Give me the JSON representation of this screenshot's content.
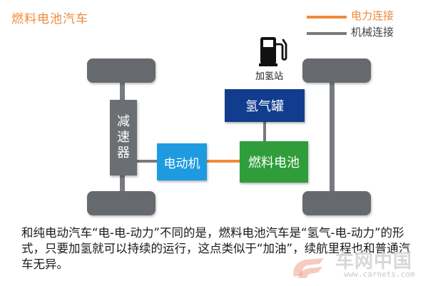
{
  "title": "燃料电池汽车",
  "legend": [
    {
      "label": "电力连接",
      "color": "#ee8a3c"
    },
    {
      "label": "机械连接",
      "color": "#7a7a7a"
    }
  ],
  "components": {
    "reducer": [
      "减",
      "速",
      "器"
    ],
    "motor": "电动机",
    "fuel_cell": "燃料电池",
    "hydrogen_tank": "氢气罐",
    "station": "加氢站"
  },
  "caption": "和纯电动汽车“电-电-动力”不同的是，燃料电池汽车是“氢气-电-动力”的形式，只要加氢就可以持续的运行，这点类似于“加油”，续航里程也和普通汽车无异。",
  "watermark": {
    "name": "车网中国",
    "url": "www.carnets.com"
  },
  "colors": {
    "orange": "#ee8a3c",
    "gray": "#7a7a7a",
    "motor_blue": "#1e9be0",
    "tank_navy": "#123d8e",
    "cell_green": "#2f9e3a"
  }
}
